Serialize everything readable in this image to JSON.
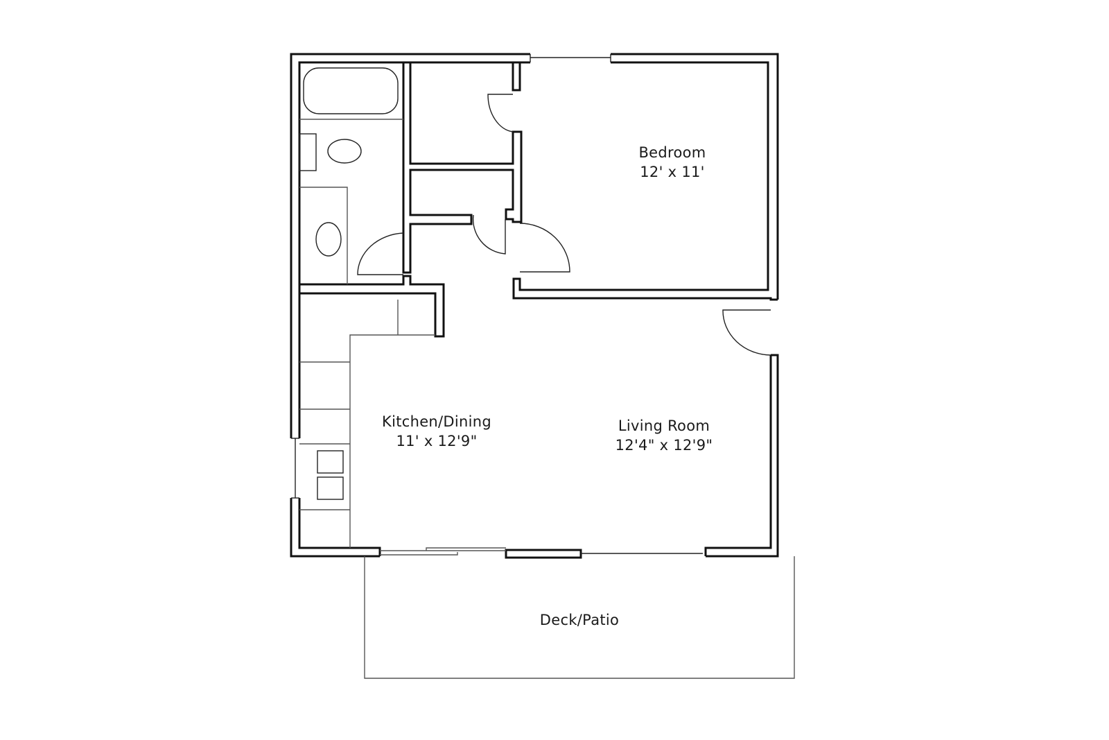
{
  "plan": {
    "rooms": [
      {
        "id": "bedroom",
        "name": "Bedroom",
        "dimensions": "12' x 11'"
      },
      {
        "id": "kitchen-dining",
        "name": "Kitchen/Dining",
        "dimensions": "11' x 12'9\""
      },
      {
        "id": "living-room",
        "name": "Living Room",
        "dimensions": "12'4\" x 12'9\""
      },
      {
        "id": "deck-patio",
        "name": "Deck/Patio",
        "dimensions": ""
      }
    ],
    "colors": {
      "walls": "#111111",
      "background": "#ffffff",
      "fixtures": "#555555"
    }
  }
}
